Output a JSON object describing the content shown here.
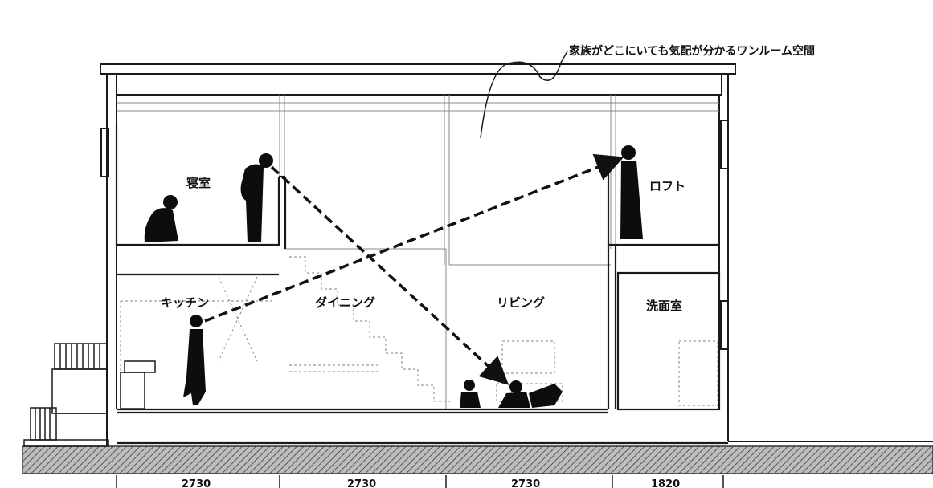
{
  "annotation": {
    "text": "家族がどこにいても気配が分かるワンルーム空間"
  },
  "rooms": {
    "bedroom": "寝室",
    "loft": "ロフト",
    "kitchen": "キッチン",
    "dining": "ダイニング",
    "living": "リビング",
    "washroom": "洗面室"
  },
  "dimensions": [
    "2730",
    "2730",
    "2730",
    "1820"
  ],
  "colors": {
    "line": "#1a1a1a",
    "figure": "#0d0d0d",
    "ground": "#7a7a7a",
    "dotted": "#9a9a9a"
  }
}
